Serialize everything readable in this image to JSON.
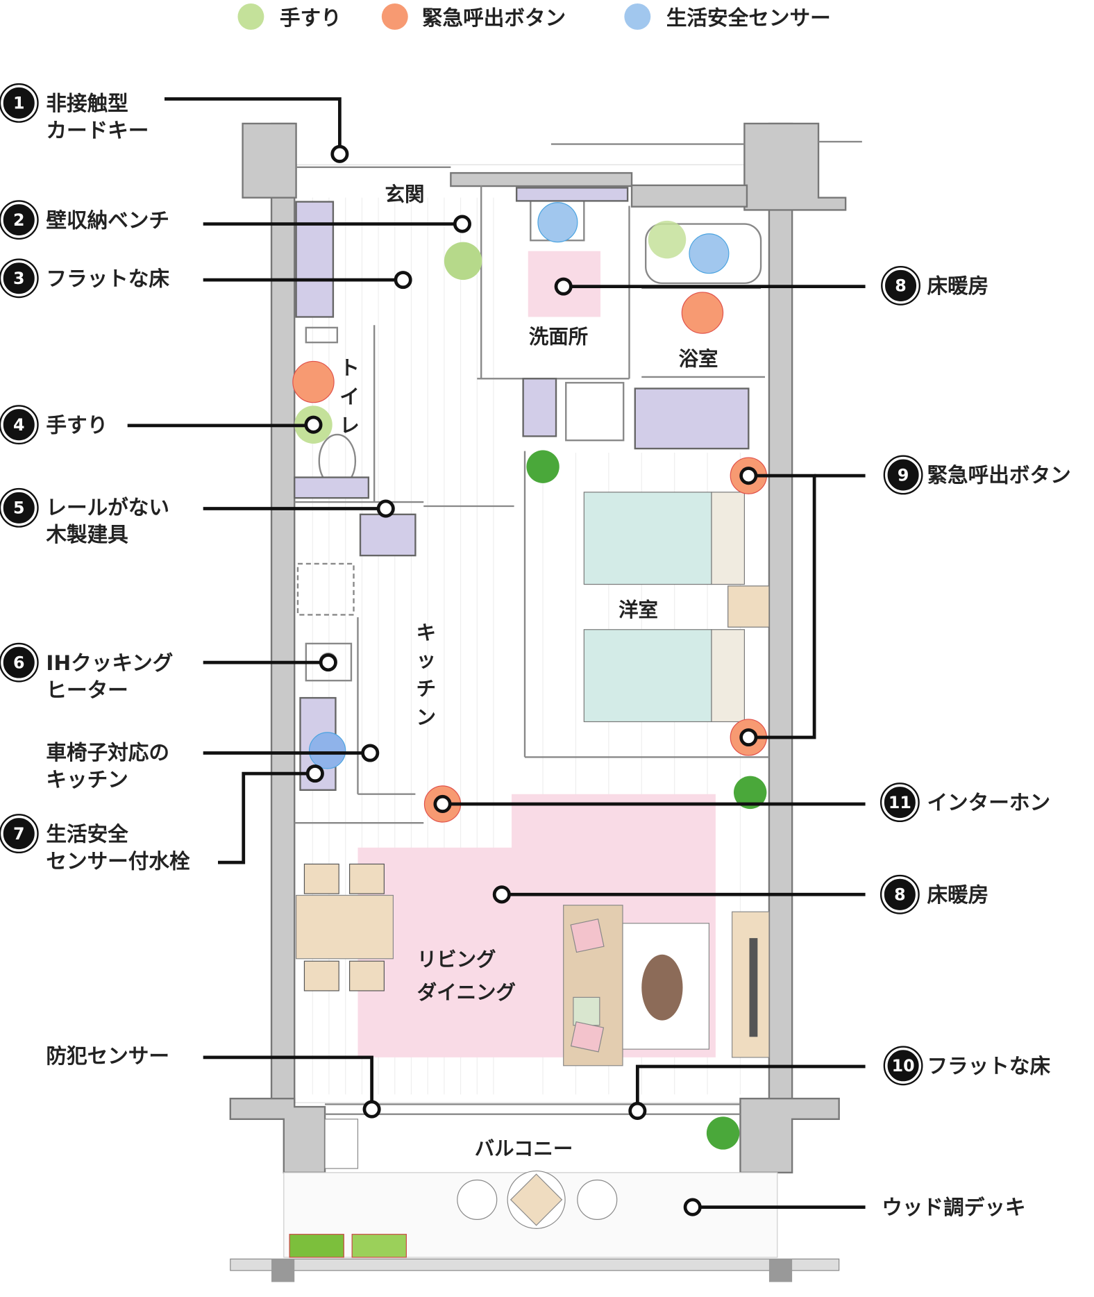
{
  "legend": [
    {
      "label": "手すり",
      "color": "#c4e19a"
    },
    {
      "label": "緊急呼出ボタン",
      "color": "#f79a72"
    },
    {
      "label": "生活安全センサー",
      "color": "#a1c7ee"
    }
  ],
  "left_labels": {
    "l1": {
      "num": "1",
      "lines": [
        "非接触型",
        "カードキー"
      ]
    },
    "l2": {
      "num": "2",
      "lines": [
        "壁収納ベンチ"
      ]
    },
    "l3": {
      "num": "3",
      "lines": [
        "フラットな床"
      ]
    },
    "l4": {
      "num": "4",
      "lines": [
        "手すり"
      ]
    },
    "l5": {
      "num": "5",
      "lines": [
        "レールがない",
        "木製建具"
      ]
    },
    "l6": {
      "num": "6",
      "lines": [
        "IHクッキング",
        "ヒーター"
      ]
    },
    "lk": {
      "lines": [
        "車椅子対応の",
        "キッチン"
      ]
    },
    "l7": {
      "num": "7",
      "lines": [
        "生活安全",
        "センサー付水栓"
      ]
    },
    "ls": {
      "lines": [
        "防犯センサー"
      ]
    }
  },
  "right_labels": {
    "r8a": {
      "num": "8",
      "text": "床暖房"
    },
    "r9": {
      "num": "9",
      "text": "緊急呼出ボタン"
    },
    "r11": {
      "num": "11",
      "text": "インターホン"
    },
    "r8b": {
      "num": "8",
      "text": "床暖房"
    },
    "r10": {
      "num": "10",
      "text": "フラットな床"
    },
    "rw": {
      "text": "ウッド調デッキ"
    }
  },
  "rooms": {
    "entrance": "玄関",
    "washroom": "洗面所",
    "bath": "浴室",
    "toilet": [
      "ト",
      "イ",
      "レ"
    ],
    "western": "洋室",
    "kitchen": [
      "キ",
      "ッ",
      "チ",
      "ン"
    ],
    "living1": "リビング",
    "living2": "ダイニング",
    "balcony": "バルコニー"
  },
  "colors": {
    "floor_heating": "#f9dbe6",
    "bed": "#d3ebe7",
    "wood": "#efdcc0"
  }
}
